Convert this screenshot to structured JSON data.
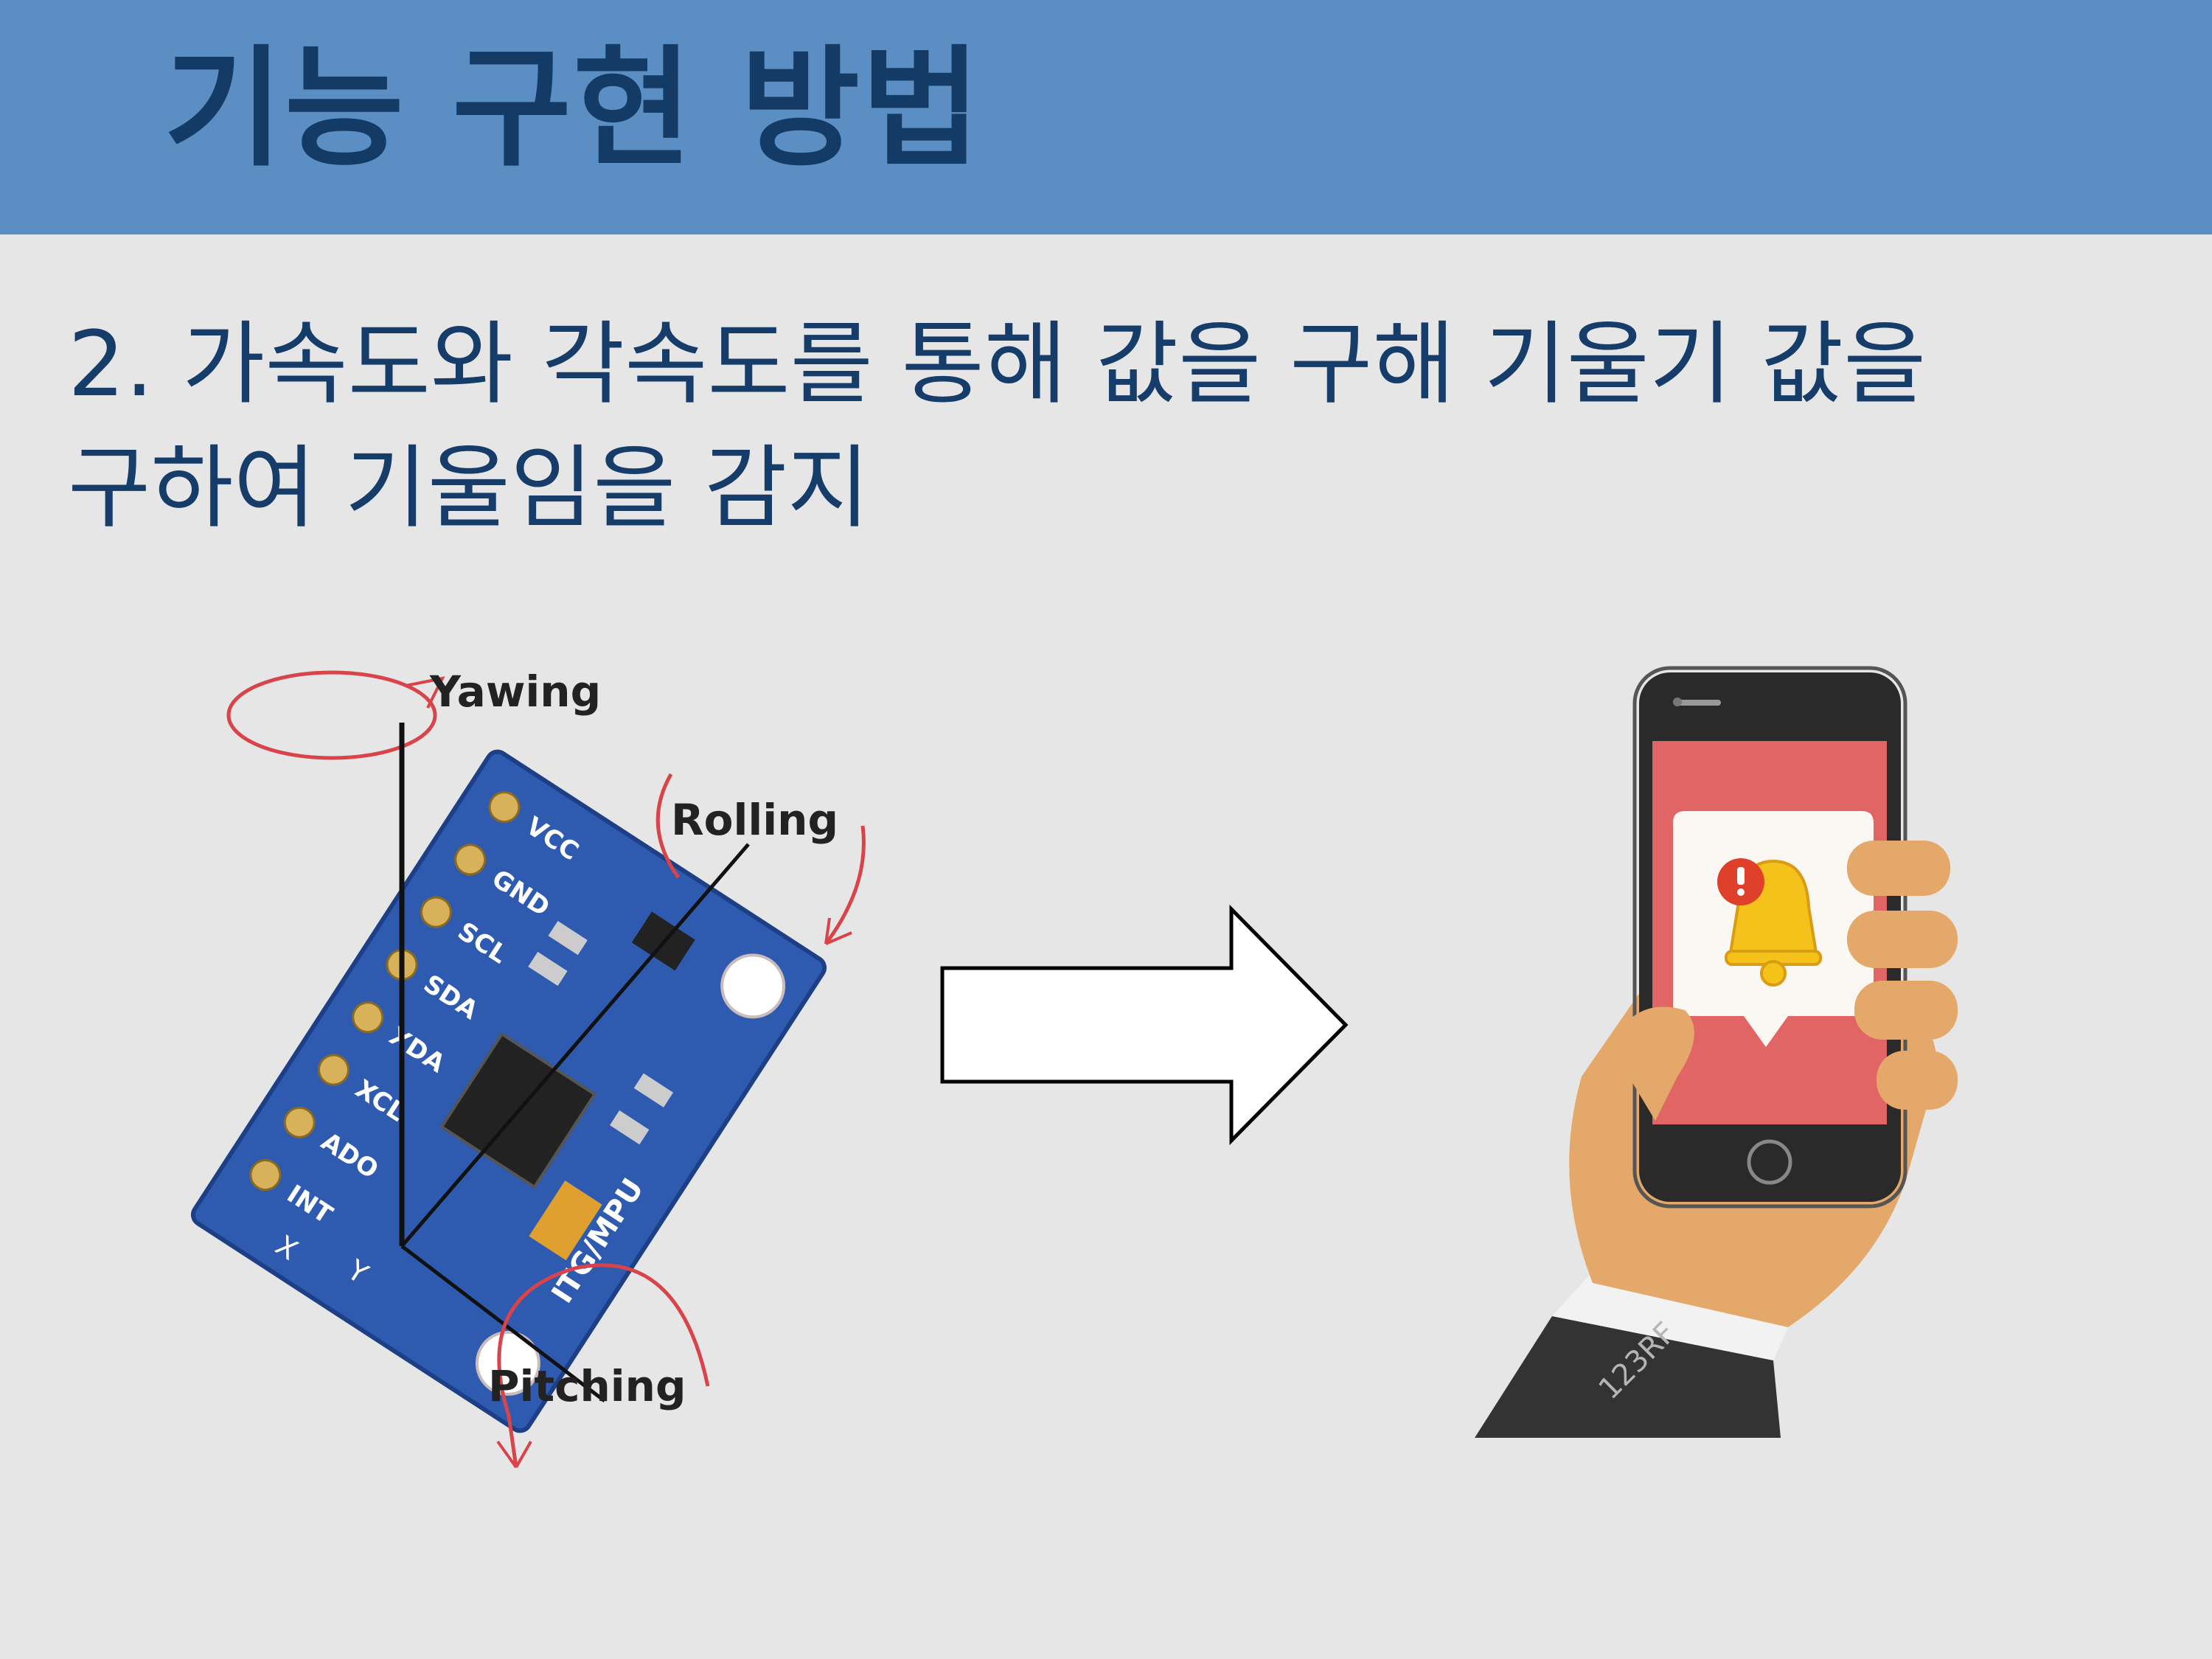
{
  "slide": {
    "title": "기능 구현 방법",
    "body_line1": "2. 가속도와 각속도를 통해 값을 구해 기울기 값을",
    "body_line2": "구하여 기울임을 감지"
  },
  "sensor": {
    "axis_labels": {
      "yaw": "Yawing",
      "roll": "Rolling",
      "pitch": "Pitching"
    },
    "pins": [
      "VCC",
      "GND",
      "SCL",
      "SDA",
      "XDA",
      "XCL",
      "ADO",
      "INT"
    ],
    "board_label": "ITG/MPU",
    "axis_x": "X",
    "axis_y": "Y"
  },
  "arrow": {
    "icon": "right-arrow-icon"
  },
  "phone": {
    "icon": "bell-alert-icon",
    "watermark": "123RF",
    "colors": {
      "screen": "#e26565",
      "bell": "#f4c21b",
      "alert": "#e0402a",
      "hand": "#e3a86a"
    }
  },
  "colors": {
    "header": "#5b8ec3",
    "title": "#143a66",
    "text": "#163d6a",
    "background": "#e6e6e6",
    "board": "#2e5bb0"
  }
}
